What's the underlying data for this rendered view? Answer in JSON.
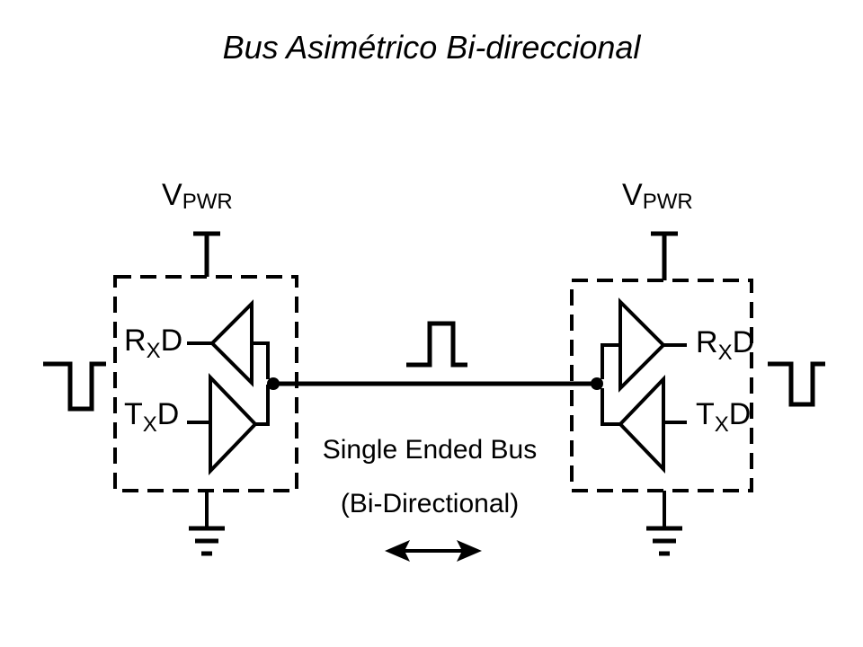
{
  "title": "Bus Asimétrico Bi-direccional",
  "left_node": {
    "power": {
      "main": "V",
      "sub": "PWR"
    },
    "rx": {
      "main1": "R",
      "sub": "X",
      "main2": "D"
    },
    "tx": {
      "main1": "T",
      "sub": "X",
      "main2": "D"
    }
  },
  "right_node": {
    "power": {
      "main": "V",
      "sub": "PWR"
    },
    "rx": {
      "main1": "R",
      "sub": "X",
      "main2": "D"
    },
    "tx": {
      "main1": "T",
      "sub": "X",
      "main2": "D"
    }
  },
  "bus": {
    "caption_line1": "Single Ended Bus",
    "caption_line2": "(Bi-Directional)"
  },
  "colors": {
    "ink": "#000000",
    "background": "#ffffff"
  }
}
